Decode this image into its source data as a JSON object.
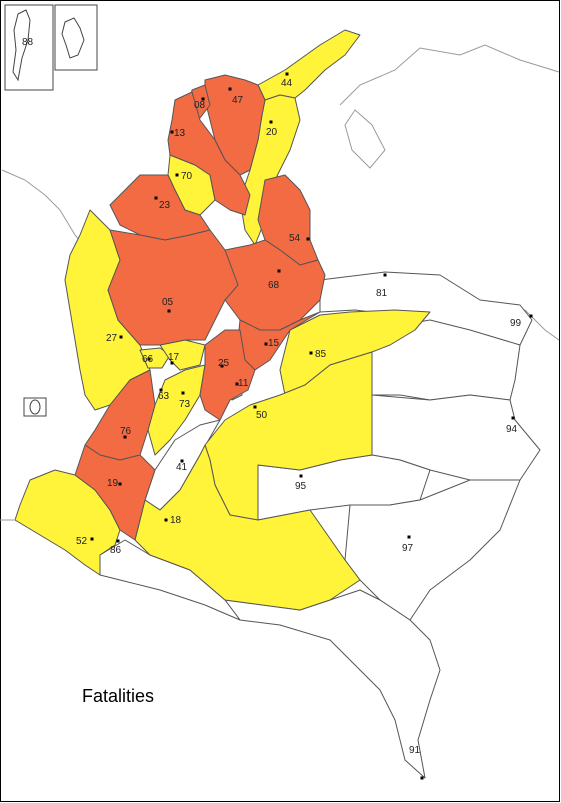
{
  "title": "Fatalities",
  "colors": {
    "high": "#f26b43",
    "medium": "#fff43a",
    "none": "#ffffff",
    "border": "#555555"
  },
  "departments": [
    {
      "code": "05",
      "level": "high"
    },
    {
      "code": "08",
      "level": "high"
    },
    {
      "code": "11",
      "level": "none"
    },
    {
      "code": "13",
      "level": "high"
    },
    {
      "code": "15",
      "level": "high"
    },
    {
      "code": "17",
      "level": "medium"
    },
    {
      "code": "18",
      "level": "medium"
    },
    {
      "code": "19",
      "level": "high"
    },
    {
      "code": "20",
      "level": "medium"
    },
    {
      "code": "23",
      "level": "high"
    },
    {
      "code": "25",
      "level": "high"
    },
    {
      "code": "27",
      "level": "medium"
    },
    {
      "code": "41",
      "level": "none"
    },
    {
      "code": "44",
      "level": "medium"
    },
    {
      "code": "47",
      "level": "high"
    },
    {
      "code": "50",
      "level": "medium"
    },
    {
      "code": "52",
      "level": "medium"
    },
    {
      "code": "54",
      "level": "high"
    },
    {
      "code": "63",
      "level": "none"
    },
    {
      "code": "66",
      "level": "medium"
    },
    {
      "code": "68",
      "level": "high"
    },
    {
      "code": "70",
      "level": "medium"
    },
    {
      "code": "73",
      "level": "medium"
    },
    {
      "code": "76",
      "level": "high"
    },
    {
      "code": "81",
      "level": "none"
    },
    {
      "code": "85",
      "level": "medium"
    },
    {
      "code": "86",
      "level": "none"
    },
    {
      "code": "88",
      "level": "none"
    },
    {
      "code": "91",
      "level": "none"
    },
    {
      "code": "94",
      "level": "none"
    },
    {
      "code": "95",
      "level": "none"
    },
    {
      "code": "97",
      "level": "none"
    },
    {
      "code": "99",
      "level": "none"
    }
  ]
}
